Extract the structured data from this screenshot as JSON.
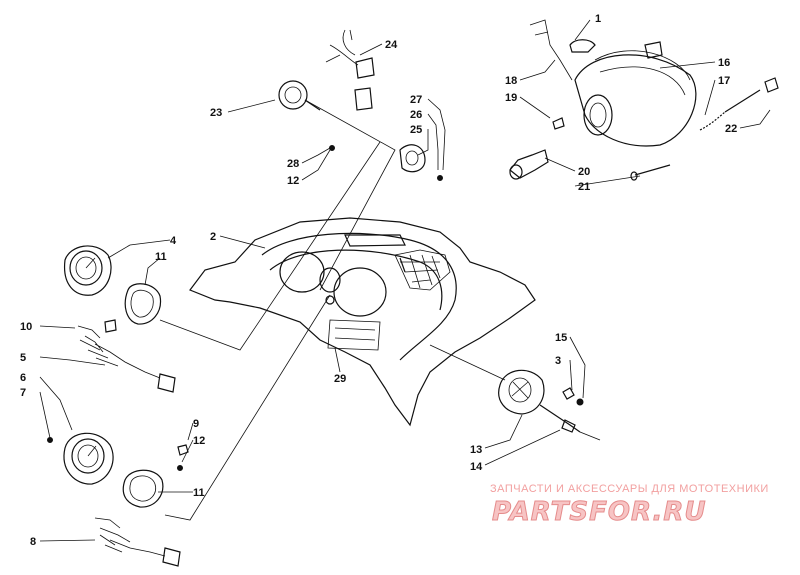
{
  "callouts": [
    {
      "n": "1"
    },
    {
      "n": "16"
    },
    {
      "n": "17"
    },
    {
      "n": "18"
    },
    {
      "n": "19"
    },
    {
      "n": "20"
    },
    {
      "n": "21"
    },
    {
      "n": "22"
    },
    {
      "n": "24"
    },
    {
      "n": "23"
    },
    {
      "n": "27"
    },
    {
      "n": "26"
    },
    {
      "n": "25"
    },
    {
      "n": "28"
    },
    {
      "n": "12"
    },
    {
      "n": "2"
    },
    {
      "n": "4"
    },
    {
      "n": "11"
    },
    {
      "n": "10"
    },
    {
      "n": "5"
    },
    {
      "n": "6"
    },
    {
      "n": "7"
    },
    {
      "n": "9"
    },
    {
      "n": "12"
    },
    {
      "n": "11"
    },
    {
      "n": "8"
    },
    {
      "n": "29"
    },
    {
      "n": "15"
    },
    {
      "n": "3"
    },
    {
      "n": "13"
    },
    {
      "n": "14"
    }
  ],
  "watermark": {
    "subtitle": "ЗАПЧАСТИ И АКСЕССУАРЫ ДЛЯ МОТОТЕХНИКИ",
    "logo": "PARTSFOR.RU"
  }
}
